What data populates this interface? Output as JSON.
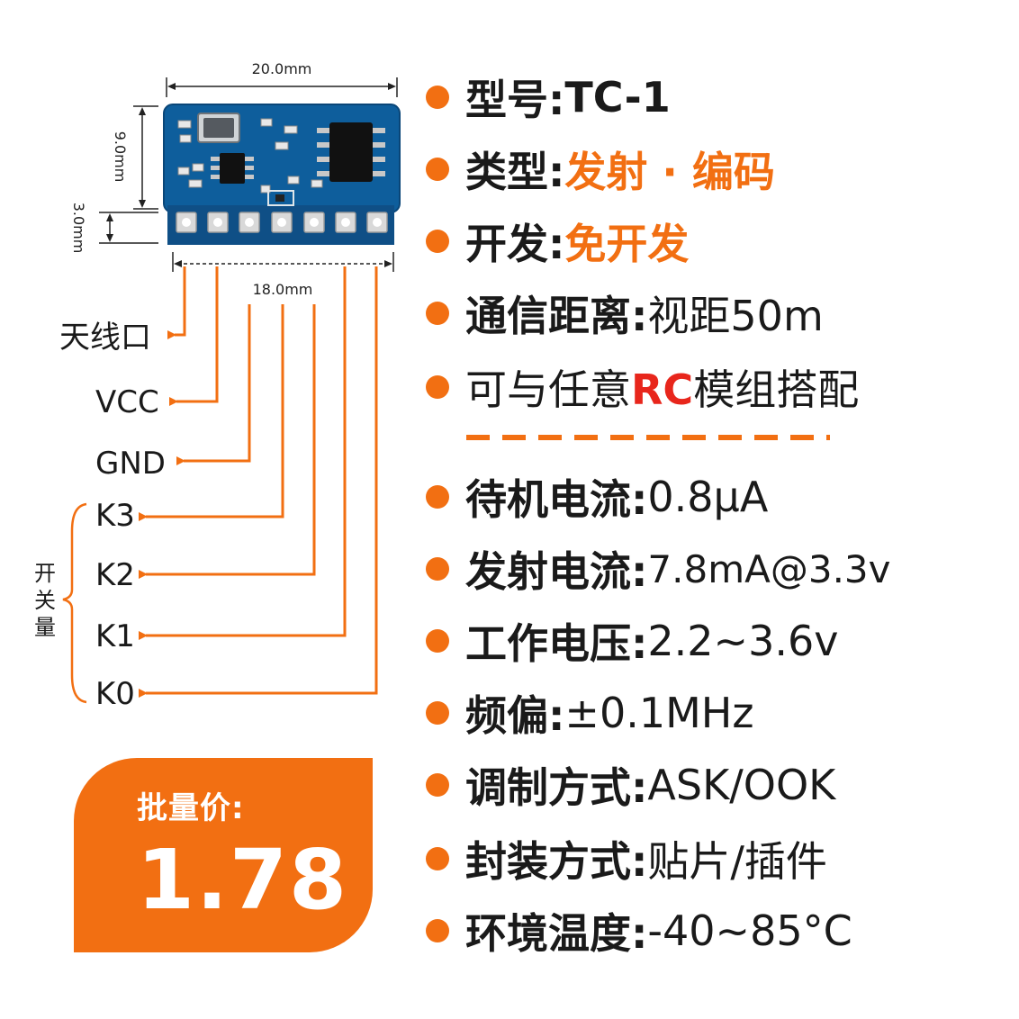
{
  "dimensions": {
    "width_top": "20.0mm",
    "height_body": "9.0mm",
    "height_pins": "3.0mm",
    "width_pins": "18.0mm"
  },
  "pins": [
    {
      "label": "天线口"
    },
    {
      "label": "VCC"
    },
    {
      "label": "GND"
    },
    {
      "label": "K3"
    },
    {
      "label": "K2"
    },
    {
      "label": "K1"
    },
    {
      "label": "K0"
    }
  ],
  "switch_group_label": [
    "开",
    "关",
    "量"
  ],
  "price": {
    "label": "批量价:",
    "value": "1.78"
  },
  "specs": {
    "model": {
      "key": "型号:",
      "value": "TC-1"
    },
    "type": {
      "key": "类型:",
      "value": "发射 · 编码"
    },
    "development": {
      "key": "开发:",
      "value": "免开发"
    },
    "distance": {
      "key": "通信距离:",
      "value": "视距50m"
    },
    "compat": {
      "prefix": "可与任意",
      "highlight": "RC",
      "suffix": "模组搭配"
    },
    "standby": {
      "key": "待机电流:",
      "value": "0.8μA"
    },
    "tx_current": {
      "key": "发射电流:",
      "value": "7.8mA@3.3v"
    },
    "voltage": {
      "key": "工作电压:",
      "value": "2.2~3.6v"
    },
    "freq_dev": {
      "key": "频偏:",
      "value": "±0.1MHz"
    },
    "modulation": {
      "key": "调制方式:",
      "value": "ASK/OOK"
    },
    "package": {
      "key": "封装方式:",
      "value": "贴片/插件"
    },
    "temperature": {
      "key": "环境温度:",
      "value": "-40~85°C"
    }
  },
  "colors": {
    "accent": "#f26f12",
    "highlight_red": "#e8261c",
    "pcb_blue": "#0e5e9c",
    "text": "#1a1a1a"
  }
}
